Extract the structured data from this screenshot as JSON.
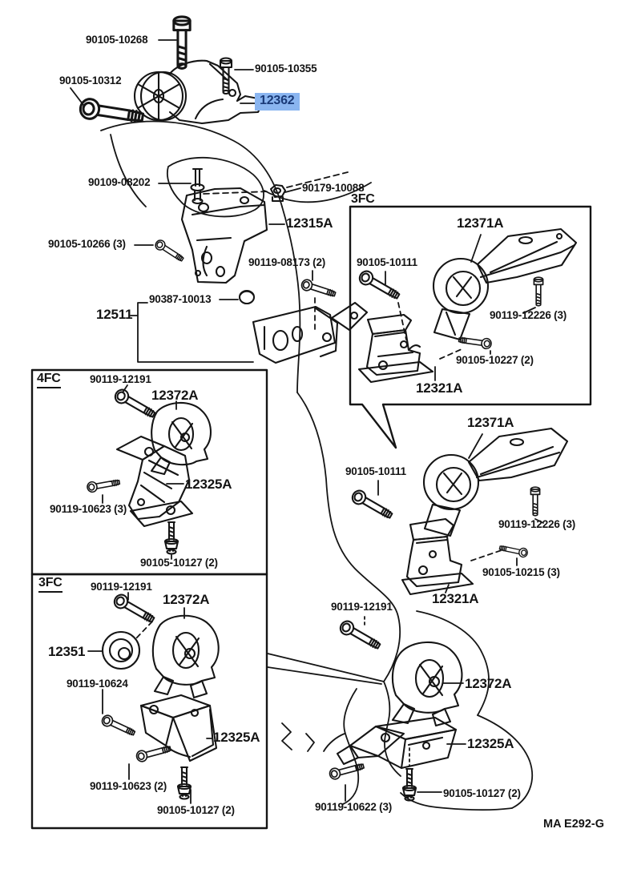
{
  "diagram": {
    "code": "MA E292-G",
    "highlight_background": "#8ab5f0",
    "highlight_text_color": "#1a3a78",
    "line_color": "#151515"
  },
  "labels": [
    {
      "text": "90105-10268"
    },
    {
      "text": "90105-10355"
    },
    {
      "text": "90105-10312"
    },
    {
      "text": "12362"
    },
    {
      "text": "90109-08202"
    },
    {
      "text": "90179-10088"
    },
    {
      "text": "3FC"
    },
    {
      "text": "12315A"
    },
    {
      "text": "90105-10266 (3)"
    },
    {
      "text": "90119-08173 (2)"
    },
    {
      "text": "90387-10013"
    },
    {
      "text": "12511"
    },
    {
      "text": "12371A"
    },
    {
      "text": "90105-10111"
    },
    {
      "text": "90119-12226 (3)"
    },
    {
      "text": "90105-10227 (2)"
    },
    {
      "text": "12321A"
    },
    {
      "text": "4FC"
    },
    {
      "text": "90119-12191"
    },
    {
      "text": "12372A"
    },
    {
      "text": "12325A"
    },
    {
      "text": "90119-10623 (3)"
    },
    {
      "text": "90105-10127 (2)"
    },
    {
      "text": "3FC"
    },
    {
      "text": "90119-12191"
    },
    {
      "text": "12372A"
    },
    {
      "text": "12351"
    },
    {
      "text": "90119-10624"
    },
    {
      "text": "12325A"
    },
    {
      "text": "90119-10623 (2)"
    },
    {
      "text": "90105-10127 (2)"
    },
    {
      "text": "12371A"
    },
    {
      "text": "90105-10111"
    },
    {
      "text": "90119-12226 (3)"
    },
    {
      "text": "90105-10215 (3)"
    },
    {
      "text": "12321A"
    },
    {
      "text": "90119-12191"
    },
    {
      "text": "12372A"
    },
    {
      "text": "12325A"
    },
    {
      "text": "90105-10127 (2)"
    },
    {
      "text": "90119-10622 (3)"
    },
    {
      "text": "MA E292-G"
    }
  ]
}
